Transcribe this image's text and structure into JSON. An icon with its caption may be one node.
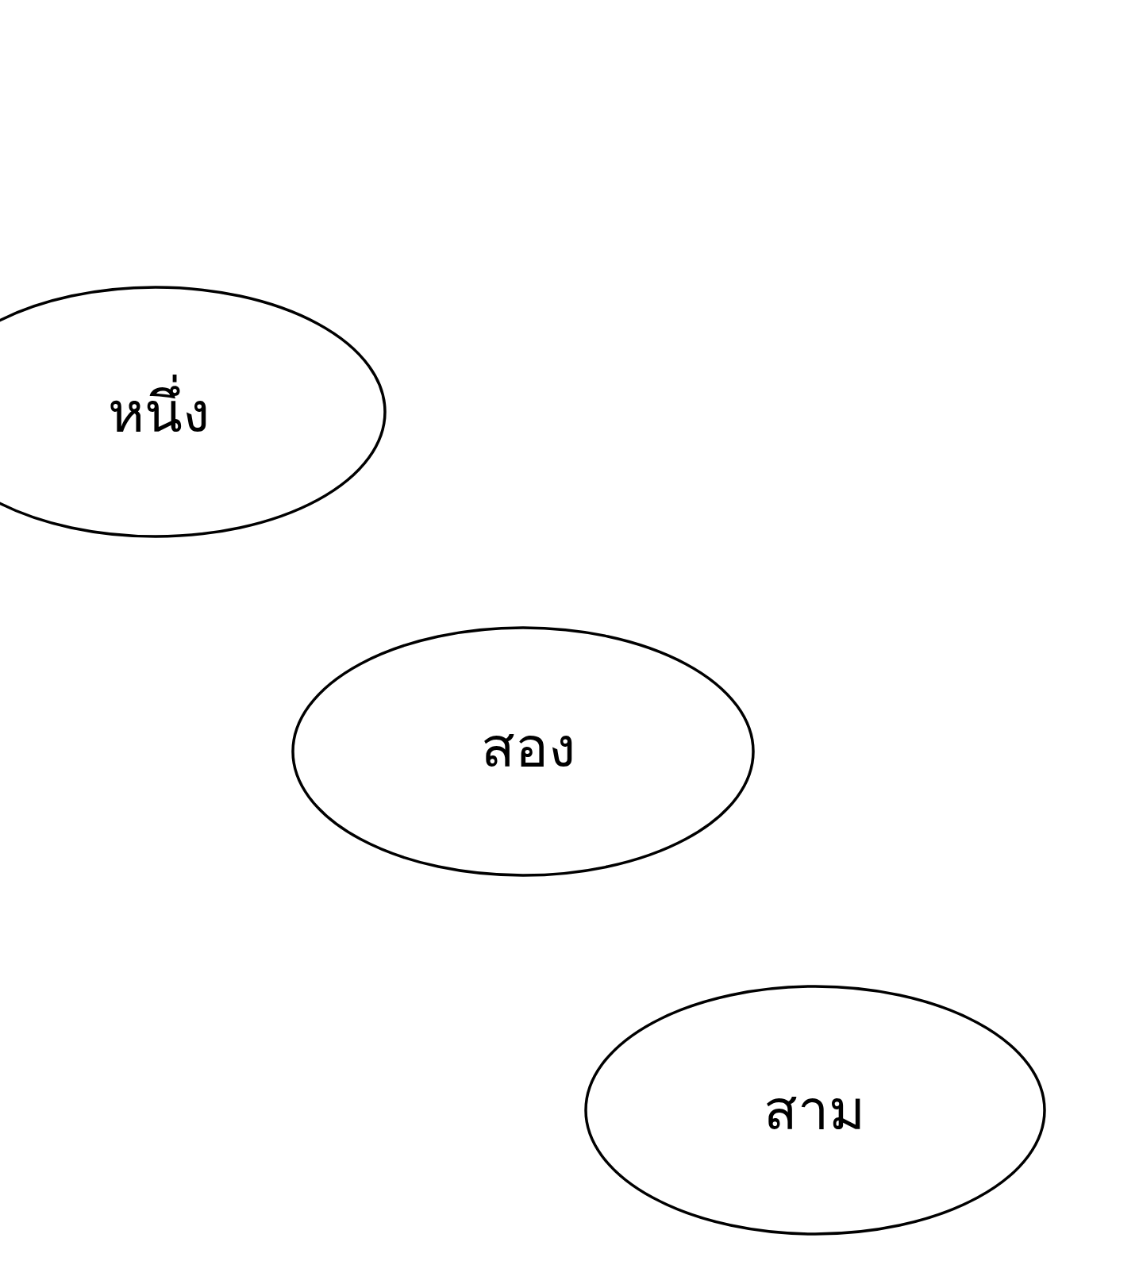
{
  "diagram": {
    "nodes": [
      {
        "text": [
          "หนึ่ง"
        ]
      },
      {
        "text": [
          "สอง"
        ]
      },
      {
        "text": [
          "สาม"
        ]
      }
    ]
  }
}
